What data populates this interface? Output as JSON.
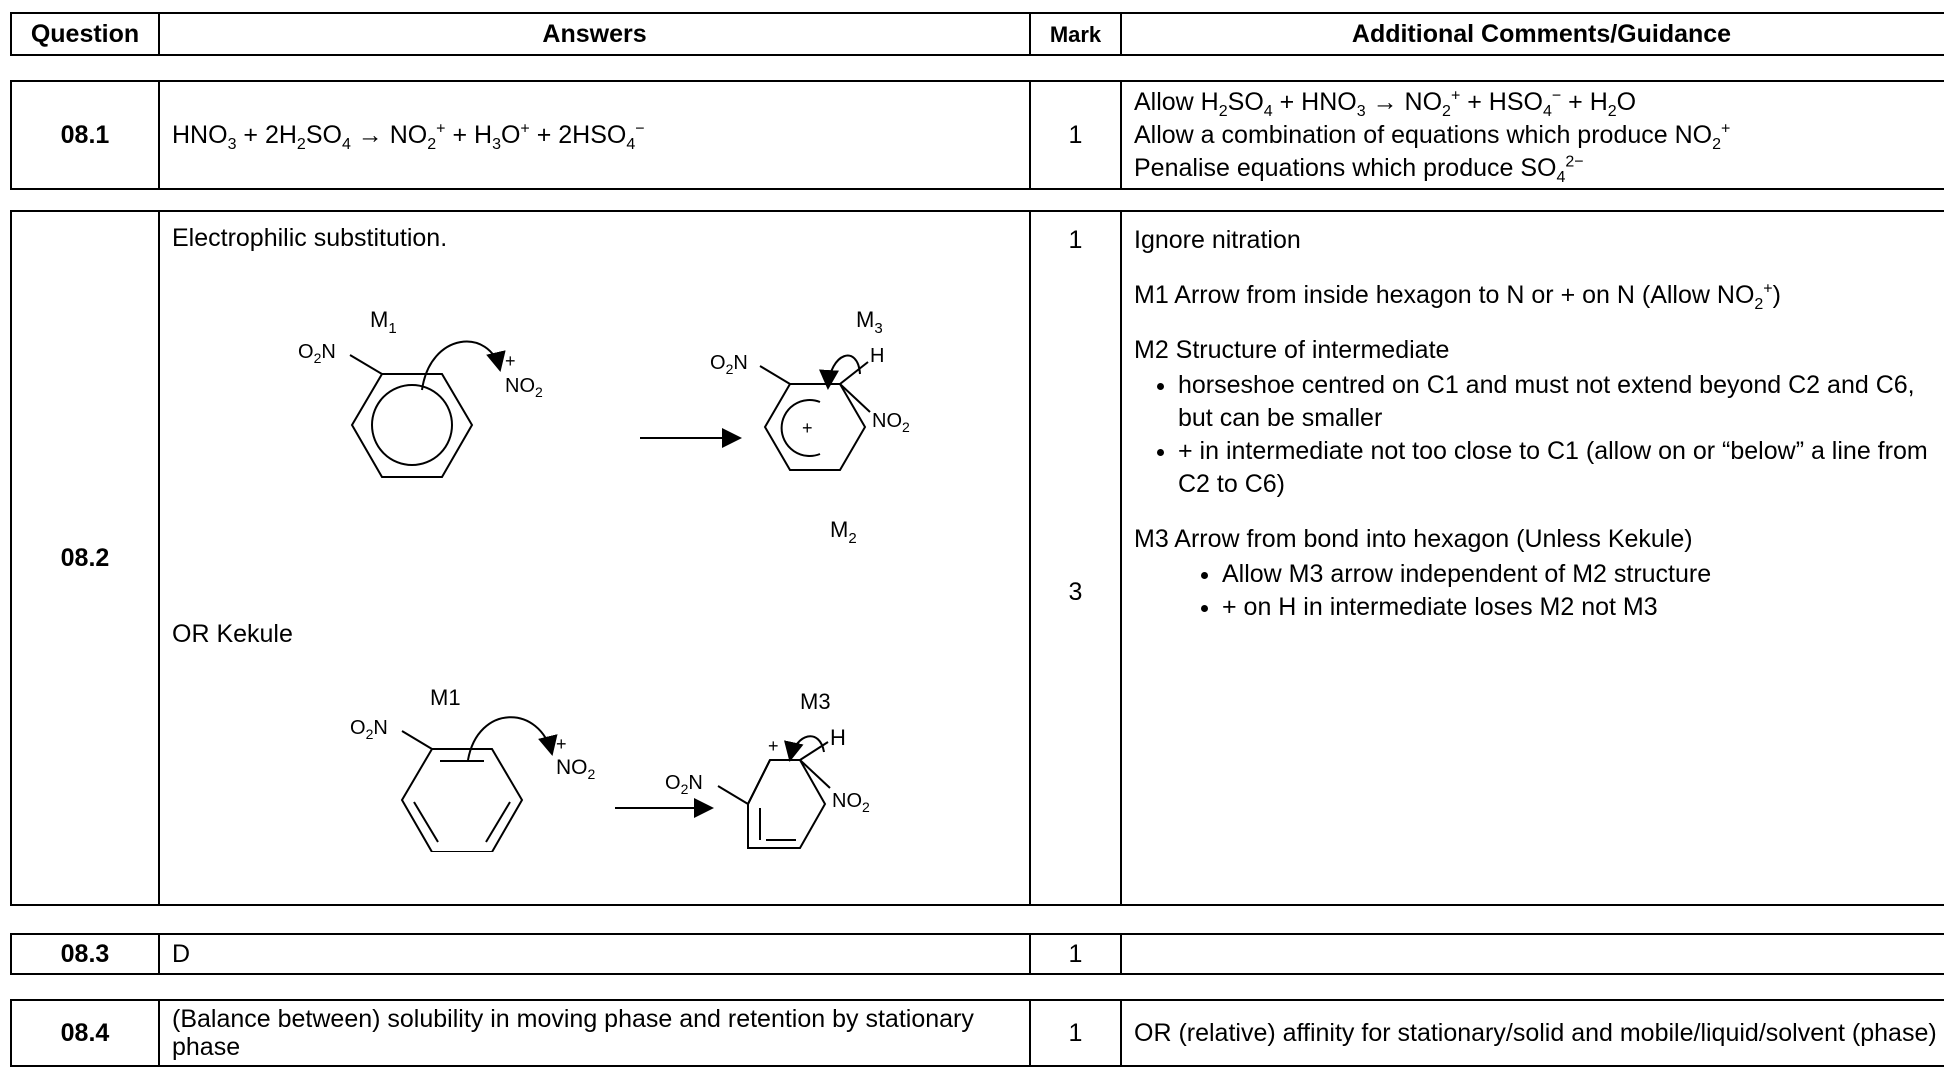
{
  "header": {
    "question": "Question",
    "answers": "Answers",
    "mark": "Mark",
    "comments": "Additional Comments/Guidance"
  },
  "q081": {
    "number": "08.1",
    "mark": "1",
    "eq": {
      "p1": "HNO",
      "s1": "3",
      "p2": " + 2H",
      "s2": "2",
      "p3": "SO",
      "s3": "4",
      "p4": " → NO",
      "s4": "2",
      "u4": "+",
      "p5": " + H",
      "s5": "3",
      "p6": "O",
      "u6": "+",
      "p7": " + 2HSO",
      "s7": "4",
      "u7": "−"
    },
    "c1": {
      "p1": "Allow H",
      "s1": "2",
      "p2": "SO",
      "s2": "4",
      "p3": " + HNO",
      "s3": "3",
      "p4": " → NO",
      "s4": "2",
      "u4": "+",
      "p5": " + HSO",
      "s5": "4",
      "u5": "−",
      "p6": " + H",
      "s6": "2",
      "p7": "O"
    },
    "c2": {
      "p1": "Allow a combination of equations which produce NO",
      "s1": "2",
      "u1": "+"
    },
    "c3": {
      "p1": "Penalise equations which produce SO",
      "s1": "4",
      "u1": "2−"
    }
  },
  "q082": {
    "number": "08.2",
    "mark1": "1",
    "mark2": "3",
    "mechanism_type": "Electrophilic substitution.",
    "alt_label": "OR Kekule",
    "m1_label": "M",
    "m1_sub": "1",
    "m2_label": "M",
    "m2_sub": "2",
    "m3_label": "M",
    "m3_sub": "3",
    "k_m1": "M1",
    "k_m2": "M2",
    "k_m3": "M3",
    "o2n": "O",
    "o2n_sub": "2",
    "o2n_n": "N",
    "no2_n": "NO",
    "no2_sub": "2",
    "plus": "+",
    "h": "H",
    "comments": {
      "ignore": "Ignore nitration",
      "m1": "M1 Arrow from inside hexagon to N or + on N  (Allow NO",
      "m1_sub": "2",
      "m1_sup": "+",
      "m1_end": ")",
      "m2": "M2 Structure of intermediate",
      "m2_b1": "horseshoe centred on C1 and must not extend beyond C2 and C6, but can be smaller",
      "m2_b2": "+ in intermediate not too close to C1 (allow on or “below” a line from C2 to C6)",
      "m3": "M3 Arrow from bond into hexagon (Unless Kekule)",
      "m3_b1": "Allow M3 arrow independent of M2 structure",
      "m3_b2": "+ on H in intermediate loses M2 not M3"
    }
  },
  "q083": {
    "number": "08.3",
    "answer": "D",
    "mark": "1",
    "comment": ""
  },
  "q084": {
    "number": "08.4",
    "answer": "(Balance between) solubility in moving phase and retention by stationary phase",
    "mark": "1",
    "comment": "OR (relative) affinity for stationary/solid and mobile/liquid/solvent (phase)"
  }
}
